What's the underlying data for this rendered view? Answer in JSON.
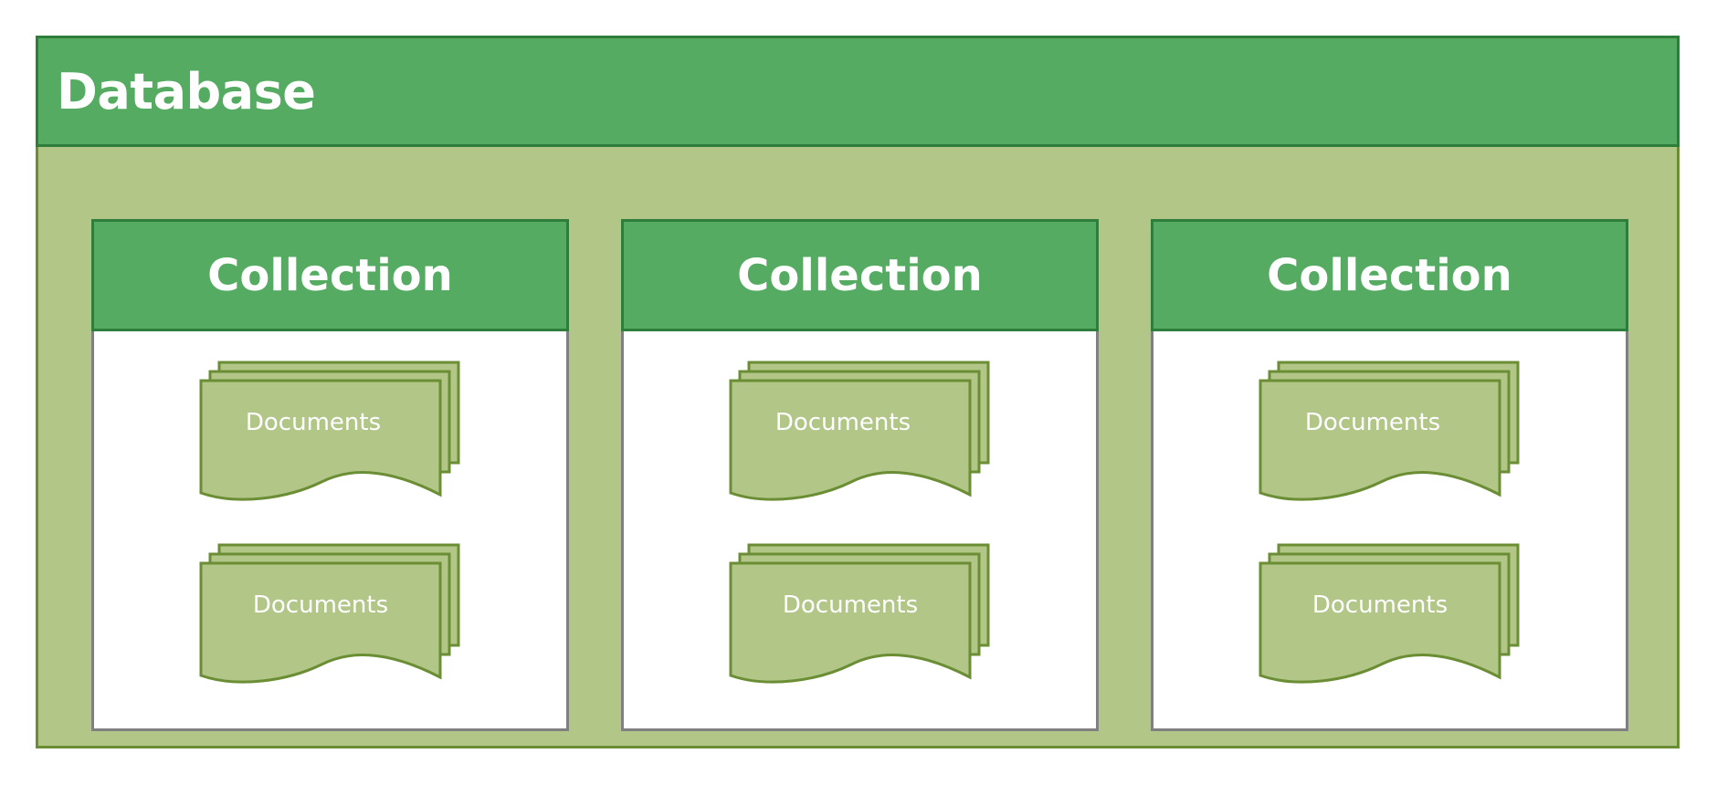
{
  "database": {
    "title": "Database"
  },
  "collections": [
    {
      "title": "Collection",
      "documents": [
        "Documents",
        "Documents"
      ]
    },
    {
      "title": "Collection",
      "documents": [
        "Documents",
        "Documents"
      ]
    },
    {
      "title": "Collection",
      "documents": [
        "Documents",
        "Documents"
      ]
    }
  ],
  "colors": {
    "header_green": "#54ab61",
    "header_border": "#2f7d3a",
    "database_fill": "#b1c687",
    "document_fill": "#b1c687",
    "document_border": "#6b8e34",
    "collection_body": "#ffffff",
    "collection_border": "#808080"
  }
}
